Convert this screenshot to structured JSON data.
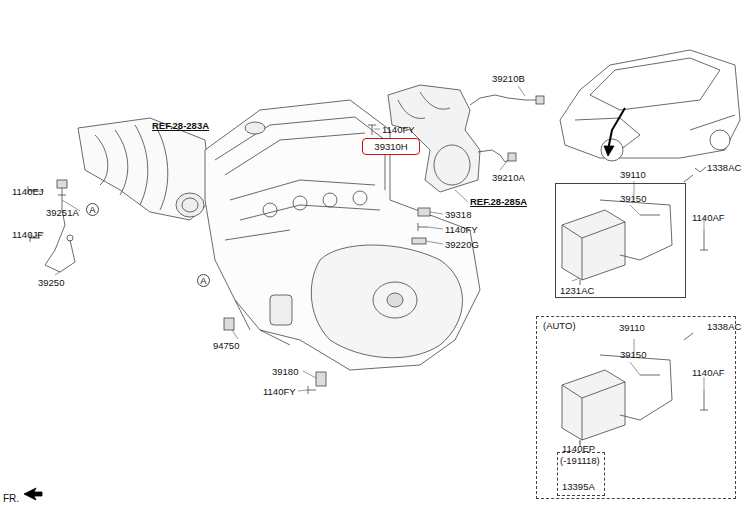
{
  "diagram": {
    "nodes": [
      {
        "text": [
          "39310H"
        ]
      },
      {
        "text": [
          "39110"
        ]
      },
      {
        "text": [
          "(AUTO)",
          "39110"
        ]
      },
      {
        "text": [
          "(-191118)",
          "13395A"
        ],
        "in": 2
      },
      {
        "text": [
          "A"
        ]
      },
      {
        "text": [
          "A"
        ]
      }
    ],
    "labels": [
      "REF.28-283A",
      "1140EJ",
      "39251A",
      "1140JF",
      "39250",
      "1140FY",
      "39210B",
      "39210A",
      "REF.28-285A",
      "39318",
      "1140FY",
      "39220G",
      "94750",
      "39180",
      "1140FY",
      "39150",
      "1338AC",
      "1140AF",
      "1231AC",
      "39150",
      "1338AC",
      "1140AF",
      "1140EP",
      "FR."
    ]
  }
}
